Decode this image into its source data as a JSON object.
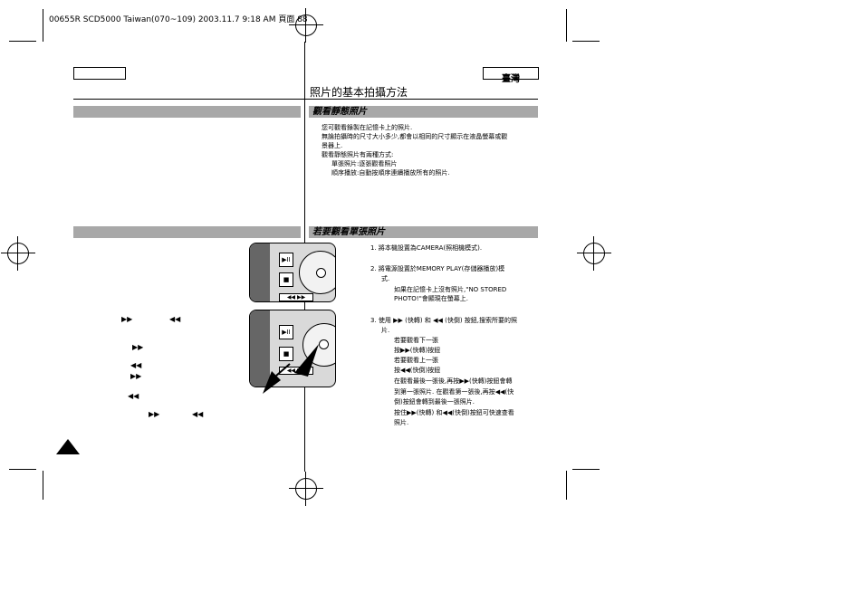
{
  "header": {
    "print_info": "00655R SCD5000 Taiwan(070~109)  2003.11.7  9:18 AM  頁面 88"
  },
  "lang_tag": "臺灣",
  "page_title": "照片的基本拍攝方法",
  "sections": {
    "view_stills": {
      "title": "觀看靜態照片",
      "lines": [
        "您可觀看錄製在記憶卡上的照片.",
        "無論拍攝時的尺寸大小多少,都會以相同的尺寸顯示在液晶螢幕或觀",
        "景器上.",
        "觀看靜態照片有兩種方式:",
        "單張照片:逐張觀看照片",
        "順序播放:自動按順序連續播放所有的照片."
      ]
    },
    "view_single": {
      "title": "若要觀看單張照片",
      "step1": "1.  將本機設置為CAMERA(照相機模式).",
      "step2a": "2.  將電源設置於MEMORY PLAY(存儲器播放)模",
      "step2b": "式.",
      "step2_note1": "如果在記憶卡上沒有照片,\"NO STORED",
      "step2_note2": "PHOTO!\"會顯現在螢幕上.",
      "step3a": "3.  使用",
      "step3b": "(快轉) 和",
      "step3c": "(快倒) 按鈕,搜索所要的照",
      "step3d": "片.",
      "n1": "若要觀看下一張",
      "n2a": "按",
      "n2b": "(快轉)按鈕",
      "n3": "若要觀看上一張",
      "n4a": "按",
      "n4b": "(快倒)按鈕",
      "n5a": "在觀看最後一張後,再按",
      "n5b": "(快轉)按鈕會轉",
      "n6a": "到第一張照片. 在觀看第一張後,再按",
      "n6b": "(快",
      "n7": "倒)按鈕會轉到最後一張照片.",
      "n8a": "按住",
      "n8b": "(快轉) 和",
      "n8c": "(快倒)按鈕可快速查看",
      "n9": "照片."
    }
  },
  "icons": {
    "ff": "▶▶",
    "rew": "◀◀"
  },
  "colors": {
    "section_bar": "#a8a8a8"
  }
}
